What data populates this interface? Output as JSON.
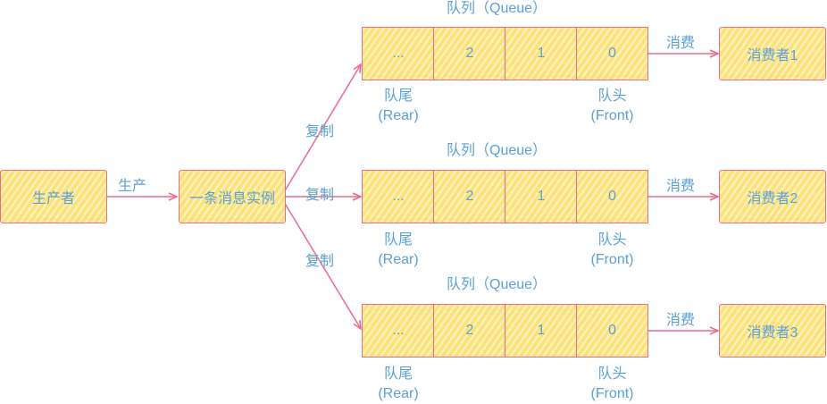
{
  "producer": {
    "label": "生产者"
  },
  "produce_edge": {
    "label": "生产"
  },
  "message": {
    "label": "一条消息实例"
  },
  "copy_label": "复制",
  "consume_label": "消费",
  "queues": [
    {
      "title": "队列（Queue）",
      "cells": [
        "...",
        "2",
        "1",
        "0"
      ],
      "rear": {
        "line1": "队尾",
        "line2": "(Rear)"
      },
      "front": {
        "line1": "队头",
        "line2": "(Front)"
      },
      "consumer": "消费者1"
    },
    {
      "title": "队列（Queue）",
      "cells": [
        "...",
        "2",
        "1",
        "0"
      ],
      "rear": {
        "line1": "队尾",
        "line2": "(Rear)"
      },
      "front": {
        "line1": "队头",
        "line2": "(Front)"
      },
      "consumer": "消费者2"
    },
    {
      "title": "队列（Queue）",
      "cells": [
        "...",
        "2",
        "1",
        "0"
      ],
      "rear": {
        "line1": "队尾",
        "line2": "(Rear)"
      },
      "front": {
        "line1": "队头",
        "line2": "(Front)"
      },
      "consumer": "消费者3"
    }
  ],
  "colors": {
    "fill": "#fbe27a",
    "stroke": "#ea6b8a",
    "text": "#5aa0d8"
  }
}
